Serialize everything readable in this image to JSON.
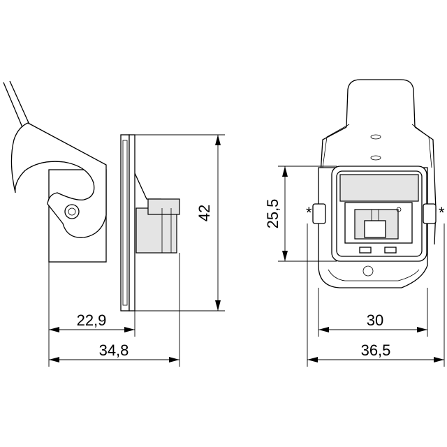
{
  "dimensions": {
    "left_view": {
      "height": "42",
      "depth_front": "22,9",
      "depth_total": "34,8"
    },
    "right_view": {
      "opening_height": "25,5",
      "inner_width": "30",
      "outer_width": "36,5"
    }
  }
}
